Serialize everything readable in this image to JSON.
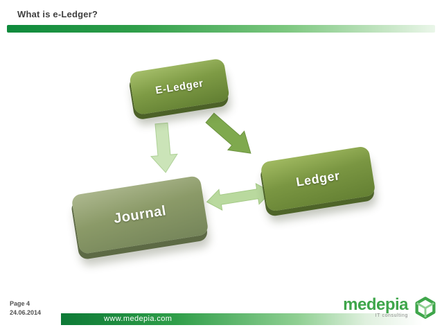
{
  "slide": {
    "title": "What is e-Ledger?",
    "footer": {
      "page": "Page 4",
      "date": "24.06.2014",
      "website": "www.medepia.com"
    }
  },
  "diagram": {
    "nodes": [
      {
        "id": "e-ledger",
        "label": "E-Ledger"
      },
      {
        "id": "journal",
        "label": "Journal"
      },
      {
        "id": "ledger",
        "label": "Ledger"
      }
    ],
    "connections": [
      {
        "from": "E-Ledger",
        "to": "Journal",
        "style": "block-arrow-down",
        "color": "#cbe4b8"
      },
      {
        "from": "E-Ledger",
        "to": "Ledger",
        "style": "block-arrow-diagonal",
        "color": "#7fa94e"
      },
      {
        "from": "Journal",
        "to": "Ledger",
        "style": "double-block-arrow",
        "color": "#b9d99e"
      }
    ]
  },
  "branding": {
    "name": "medepia",
    "tagline": "IT consulting",
    "accent_green": "#2f9e49",
    "dark_green": "#0d7a36"
  }
}
